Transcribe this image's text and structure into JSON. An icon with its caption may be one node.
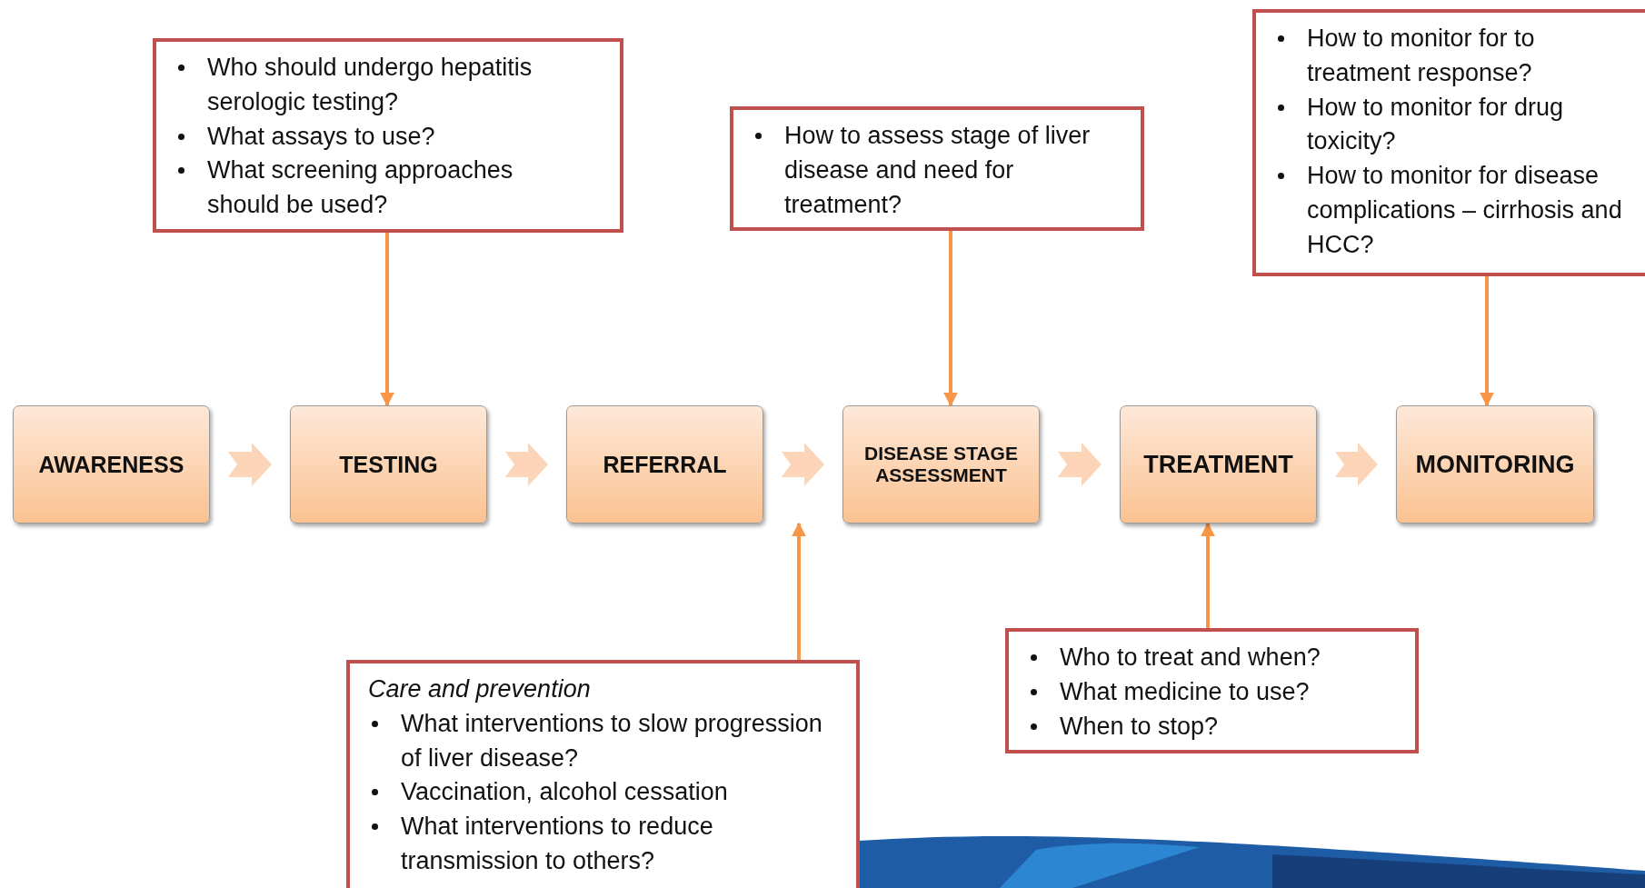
{
  "diagram": {
    "nodes": [
      {
        "text": [
          "Who should undergo hepatitis serologic testing?",
          "What assays to use?",
          "What screening approaches should be used?"
        ]
      },
      {
        "text": [
          "How to assess stage of liver disease and need for treatment?"
        ]
      },
      {
        "text": [
          "How to monitor for to treatment response?",
          "How to monitor for drug toxicity?",
          "How to monitor for disease complications – cirrhosis and HCC?"
        ]
      },
      {
        "text": [
          "AWARENESS"
        ]
      },
      {
        "text": [
          "TESTING"
        ]
      },
      {
        "text": [
          "REFERRAL"
        ]
      },
      {
        "text": [
          "DISEASE STAGE ASSESSMENT"
        ]
      },
      {
        "text": [
          "TREATMENT"
        ]
      },
      {
        "text": [
          "MONITORING"
        ]
      },
      {
        "text": [
          "Care and prevention",
          "What interventions to slow progression of liver disease?",
          "Vaccination, alcohol cessation",
          "What interventions to reduce transmission to others?"
        ]
      },
      {
        "text": [
          "Who to treat and when?",
          "What medicine to use?",
          "When to stop?"
        ]
      }
    ],
    "edges": [
      {
        "from": 3,
        "to": 4,
        "arrow": "to",
        "style": "thick",
        "color": "#fcd5b8"
      },
      {
        "from": 4,
        "to": 5,
        "arrow": "to",
        "style": "thick",
        "color": "#fcd5b8"
      },
      {
        "from": 5,
        "to": 6,
        "arrow": "to",
        "style": "thick",
        "color": "#fcd5b8"
      },
      {
        "from": 6,
        "to": 7,
        "arrow": "to",
        "style": "thick",
        "color": "#fcd5b8"
      },
      {
        "from": 7,
        "to": 8,
        "arrow": "to",
        "style": "thick",
        "color": "#fcd5b8"
      },
      {
        "from": 0,
        "to": 4,
        "arrow": "to"
      },
      {
        "from": 1,
        "to": 6,
        "arrow": "to"
      },
      {
        "from": 2,
        "to": 8,
        "arrow": "to"
      },
      {
        "from": 9,
        "to": 5,
        "arrow": "to"
      },
      {
        "from": 10,
        "to": 7,
        "arrow": "to"
      }
    ]
  }
}
